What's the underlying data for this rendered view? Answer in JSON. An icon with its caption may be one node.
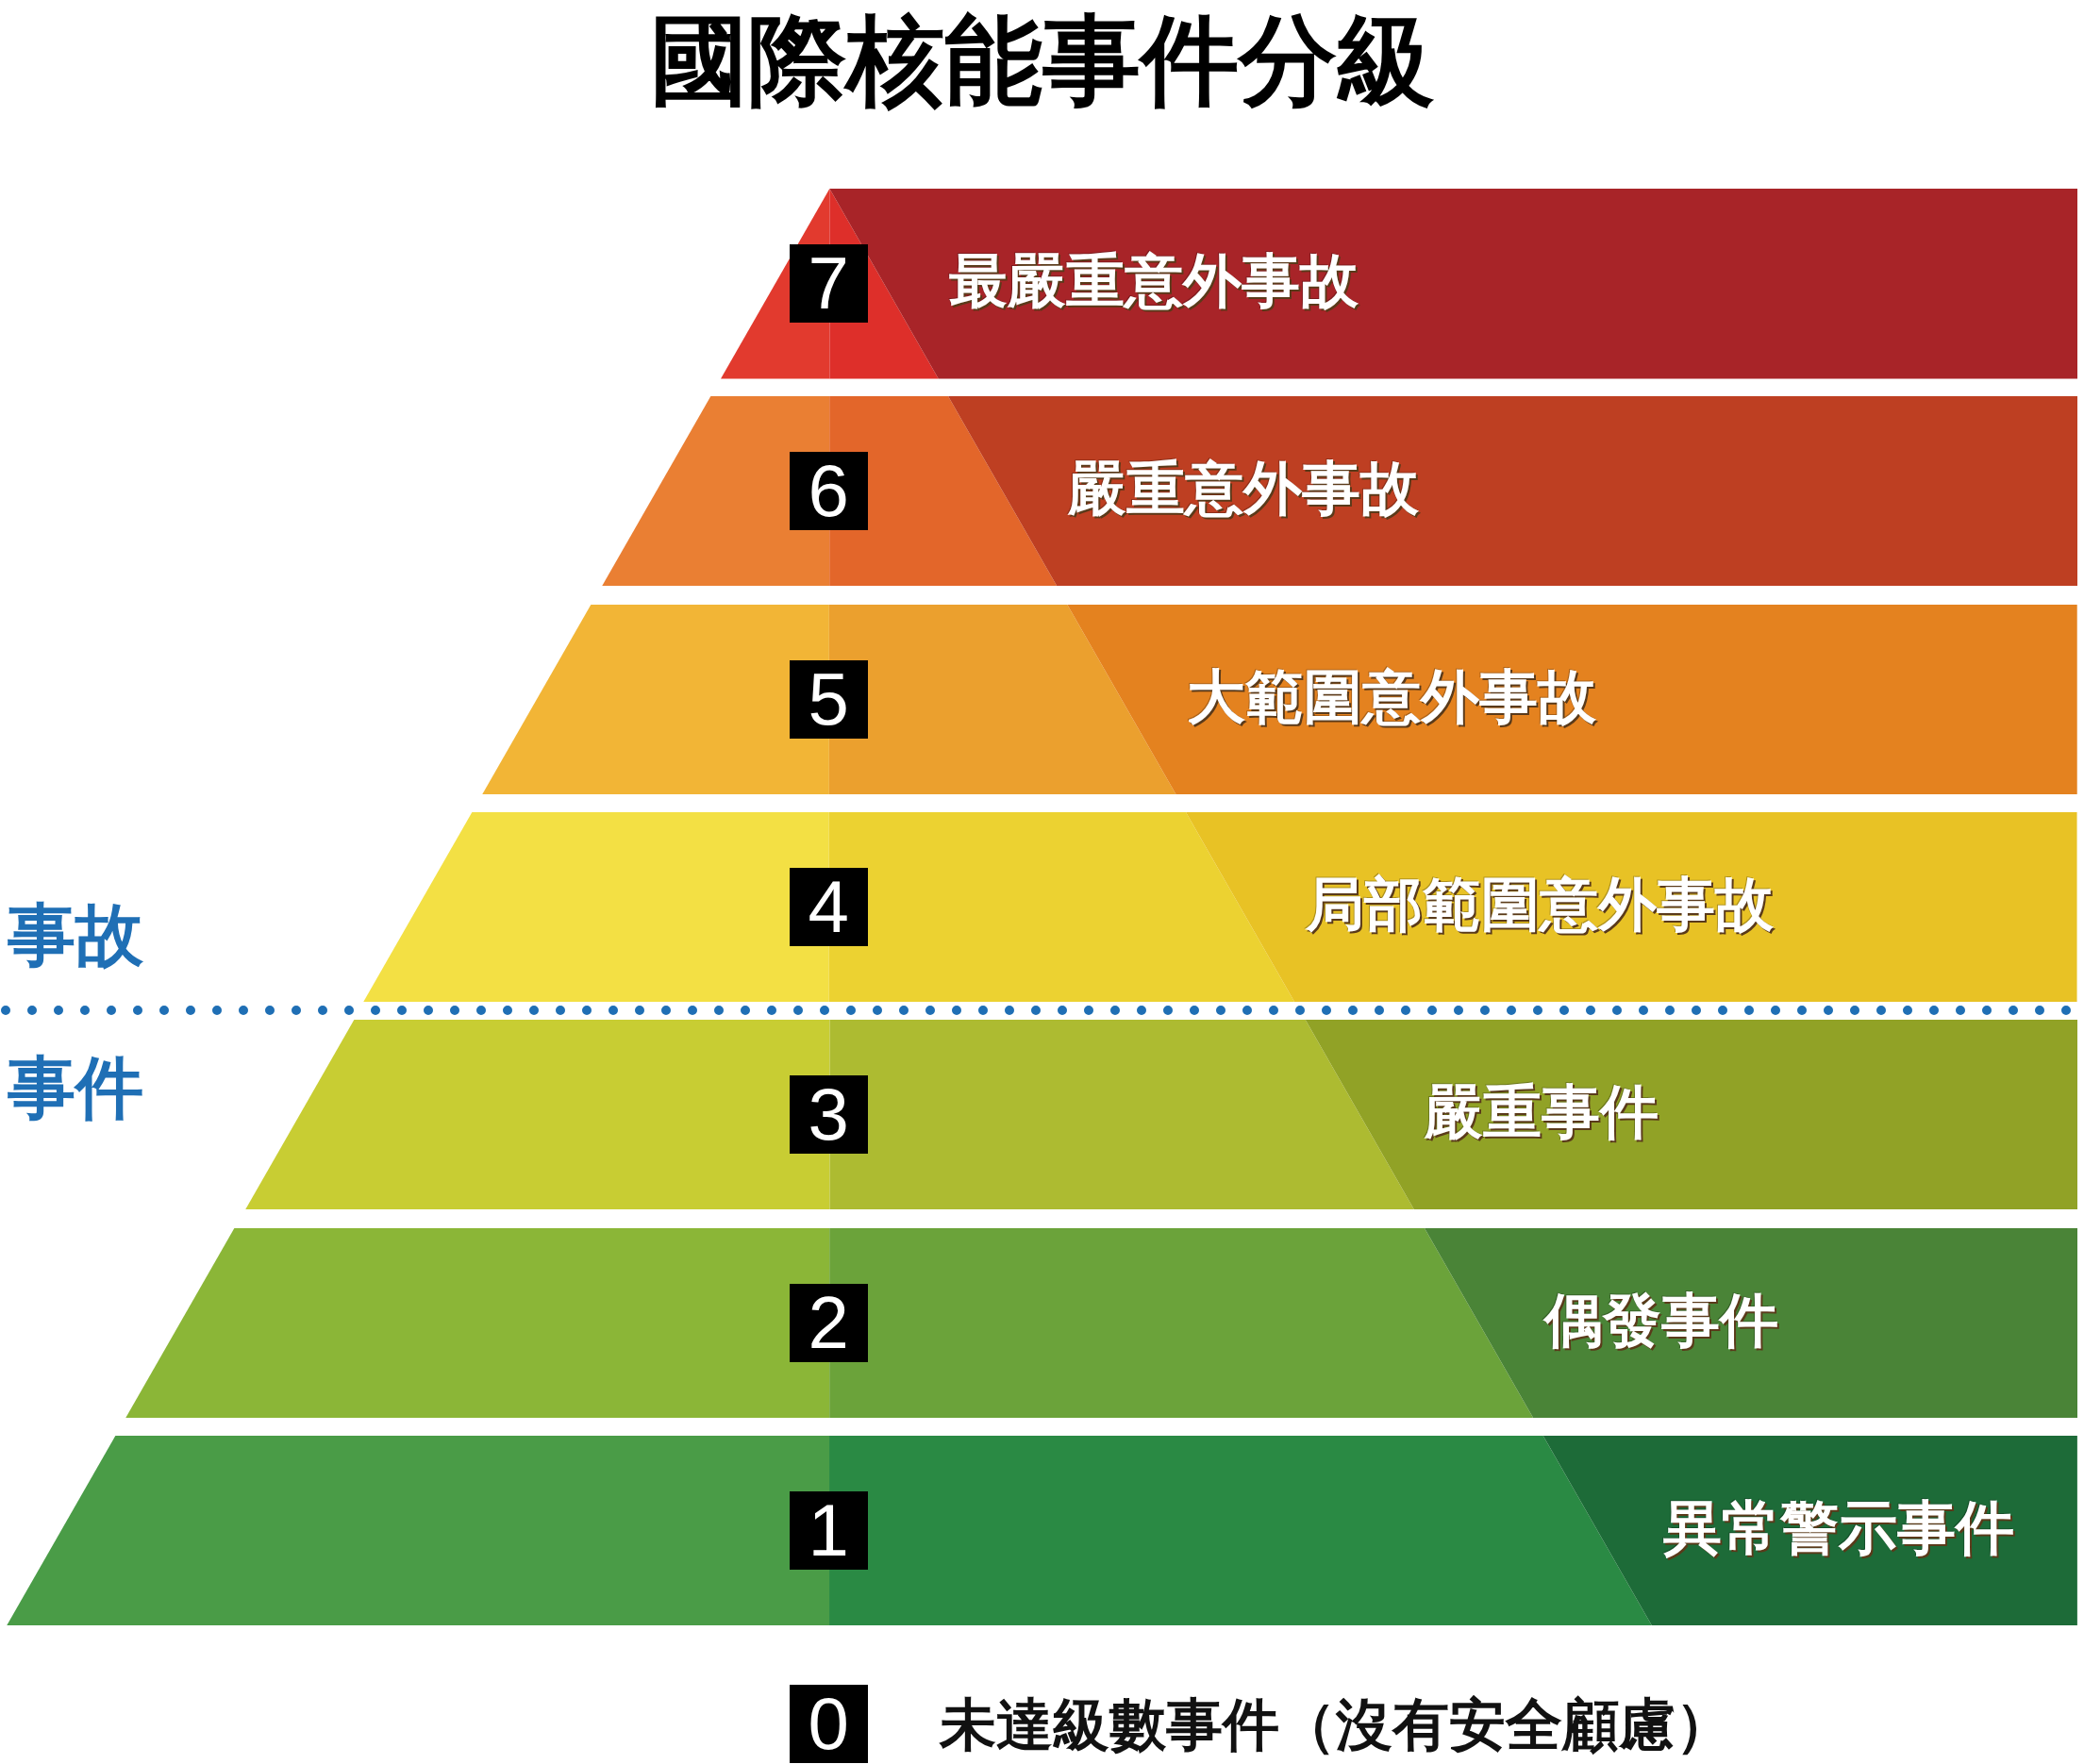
{
  "diagram": {
    "title": "國際核能事件分級",
    "nodes": [
      {
        "text": [
          "7",
          "最嚴重意外事故"
        ]
      },
      {
        "text": [
          "6",
          "嚴重意外事故"
        ]
      },
      {
        "text": [
          "5",
          "大範圍意外事故"
        ]
      },
      {
        "text": [
          "4",
          "局部範圍意外事故"
        ]
      },
      {
        "text": [
          "3",
          "嚴重事件"
        ]
      },
      {
        "text": [
          "2",
          "偶發事件"
        ]
      },
      {
        "text": [
          "1",
          "異常警示事件"
        ]
      },
      {
        "text": [
          "0"
        ],
        "beside": [
          "未達級數事件（沒有安全顧慮）"
        ]
      }
    ],
    "edges": [],
    "labels": [
      "事故",
      "事件"
    ]
  }
}
